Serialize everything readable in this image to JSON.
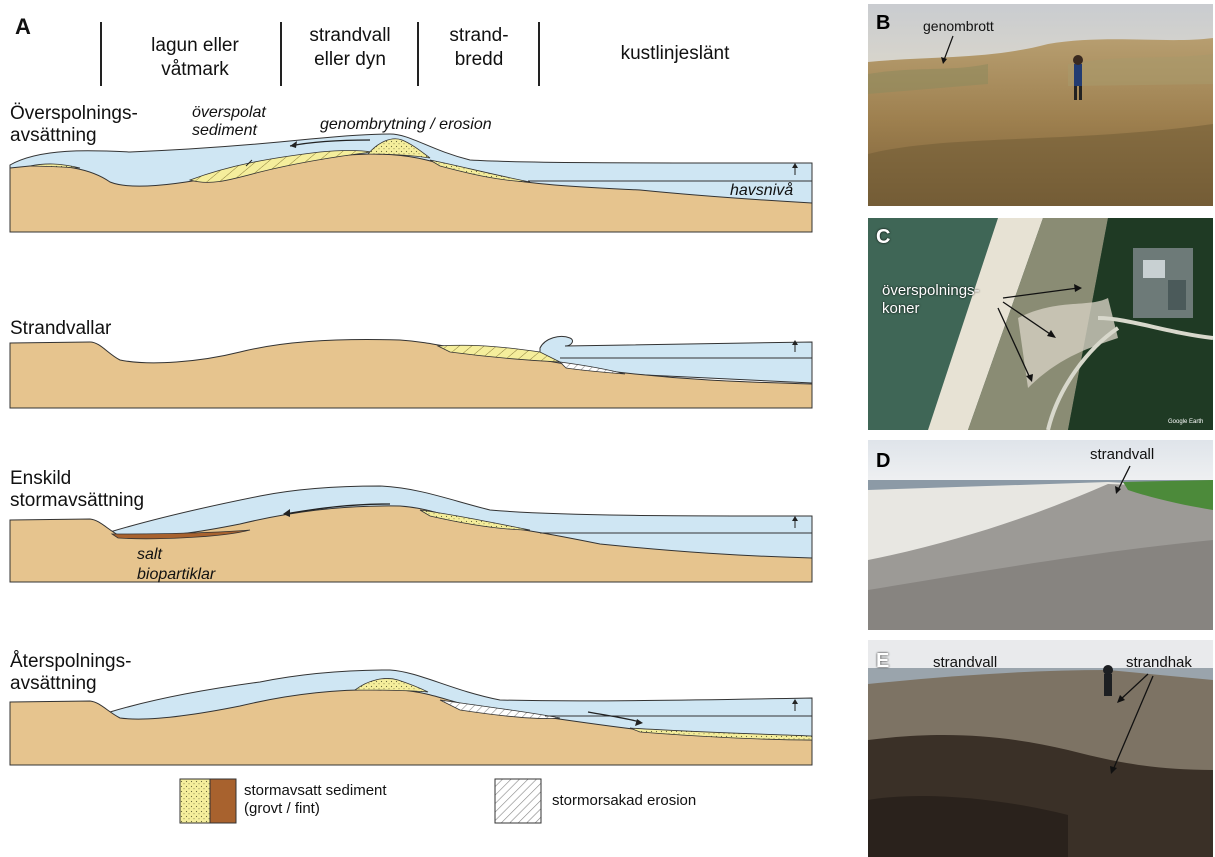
{
  "panel_a": {
    "letter": "A",
    "zones": {
      "lagoon": [
        "lagun eller",
        "våtmark"
      ],
      "barrier": [
        "strandvall",
        "eller dyn"
      ],
      "beach": [
        "strand-",
        "bredd"
      ],
      "shoreface": "kustlinjeslänt"
    },
    "rows": {
      "overwash": [
        "Överspolnings-",
        "avsättning"
      ],
      "ridges": "Strandvallar",
      "single": [
        "Enskild",
        "stormavsättning"
      ],
      "backwash": [
        "Återspolnings-",
        "avsättning"
      ]
    },
    "annotations": {
      "overwashed": [
        "överspolat",
        "sediment"
      ],
      "breach": "genombrytning / erosion",
      "sealevel": "havsnivå",
      "salt": [
        "salt",
        "biopartiklar"
      ]
    },
    "legend": {
      "deposit": [
        "stormavsatt sediment",
        "(grovt / fint)"
      ],
      "erosion": "stormorsakad erosion"
    },
    "colors": {
      "land": "#e6c48e",
      "water": "#cfe6f3",
      "coarse": "#f5ee9c",
      "fine": "#a8622e"
    }
  },
  "photos": {
    "b": {
      "letter": "B",
      "label": "genombrott"
    },
    "c": {
      "letter": "C",
      "label": [
        "överspolnings-",
        "koner"
      ],
      "credit": "Google Earth"
    },
    "d": {
      "letter": "D",
      "label": "strandvall"
    },
    "e": {
      "letter": "E",
      "label_left": "strandvall",
      "label_right": "strandhak"
    }
  }
}
